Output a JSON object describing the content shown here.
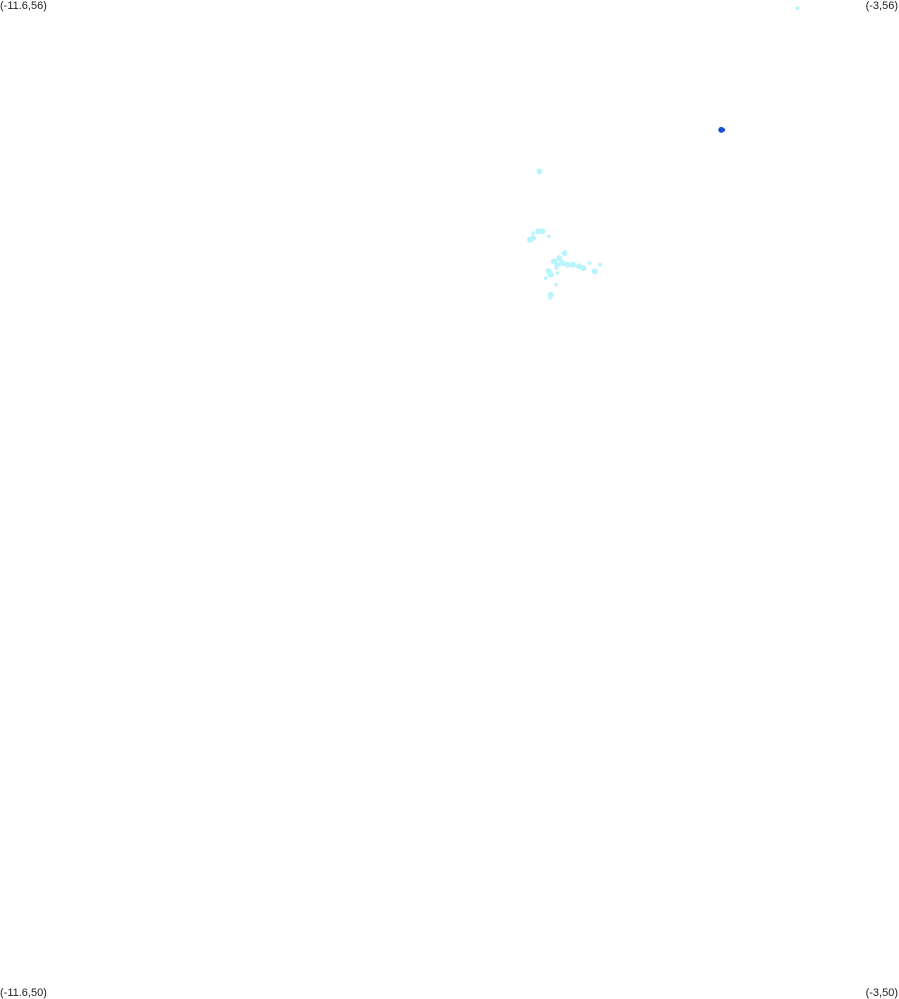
{
  "map": {
    "corners": {
      "top_left": "(-11.6,56)",
      "top_right": "(-3,56)",
      "bottom_left": "(-11.6,50)",
      "bottom_right": "(-3,50)"
    },
    "bounds": {
      "lon_min": -11.6,
      "lon_max": -3,
      "lat_min": 50,
      "lat_max": 56
    },
    "colors": {
      "light": "#b8f4fb",
      "dark": "#1f4fd9",
      "background": "#ffffff"
    },
    "points": [
      {
        "lon": -3.97,
        "lat": 55.95,
        "color": "light",
        "size": "small"
      },
      {
        "lon": -4.7,
        "lat": 55.22,
        "color": "dark",
        "size": "medium"
      },
      {
        "lon": -4.68,
        "lat": 55.22,
        "color": "dark",
        "size": "small"
      },
      {
        "lon": -6.44,
        "lat": 54.97,
        "color": "light",
        "size": "medium"
      },
      {
        "lon": -6.45,
        "lat": 54.61,
        "color": "light",
        "size": "medium"
      },
      {
        "lon": -6.41,
        "lat": 54.61,
        "color": "light",
        "size": "medium"
      },
      {
        "lon": -6.5,
        "lat": 54.57,
        "color": "light",
        "size": "medium"
      },
      {
        "lon": -6.53,
        "lat": 54.56,
        "color": "light",
        "size": "medium"
      },
      {
        "lon": -6.35,
        "lat": 54.58,
        "color": "light",
        "size": "small"
      },
      {
        "lon": -6.5,
        "lat": 54.6,
        "color": "light",
        "size": "small"
      },
      {
        "lon": -6.2,
        "lat": 54.48,
        "color": "light",
        "size": "medium"
      },
      {
        "lon": -6.25,
        "lat": 54.45,
        "color": "light",
        "size": "medium"
      },
      {
        "lon": -6.3,
        "lat": 54.43,
        "color": "light",
        "size": "medium"
      },
      {
        "lon": -6.27,
        "lat": 54.41,
        "color": "light",
        "size": "medium"
      },
      {
        "lon": -6.22,
        "lat": 54.42,
        "color": "light",
        "size": "medium"
      },
      {
        "lon": -6.17,
        "lat": 54.41,
        "color": "light",
        "size": "medium"
      },
      {
        "lon": -6.12,
        "lat": 54.41,
        "color": "light",
        "size": "medium"
      },
      {
        "lon": -6.06,
        "lat": 54.4,
        "color": "light",
        "size": "medium"
      },
      {
        "lon": -6.02,
        "lat": 54.39,
        "color": "light",
        "size": "medium"
      },
      {
        "lon": -5.96,
        "lat": 54.42,
        "color": "light",
        "size": "small"
      },
      {
        "lon": -5.91,
        "lat": 54.37,
        "color": "light",
        "size": "medium"
      },
      {
        "lon": -5.86,
        "lat": 54.41,
        "color": "light",
        "size": "small"
      },
      {
        "lon": -6.28,
        "lat": 54.39,
        "color": "light",
        "size": "small"
      },
      {
        "lon": -6.35,
        "lat": 54.37,
        "color": "light",
        "size": "medium"
      },
      {
        "lon": -6.33,
        "lat": 54.35,
        "color": "light",
        "size": "medium"
      },
      {
        "lon": -6.27,
        "lat": 54.36,
        "color": "light",
        "size": "small"
      },
      {
        "lon": -6.38,
        "lat": 54.33,
        "color": "light",
        "size": "small"
      },
      {
        "lon": -6.28,
        "lat": 54.29,
        "color": "light",
        "size": "small"
      },
      {
        "lon": -6.33,
        "lat": 54.23,
        "color": "light",
        "size": "medium"
      },
      {
        "lon": -6.34,
        "lat": 54.21,
        "color": "light",
        "size": "small"
      }
    ]
  }
}
